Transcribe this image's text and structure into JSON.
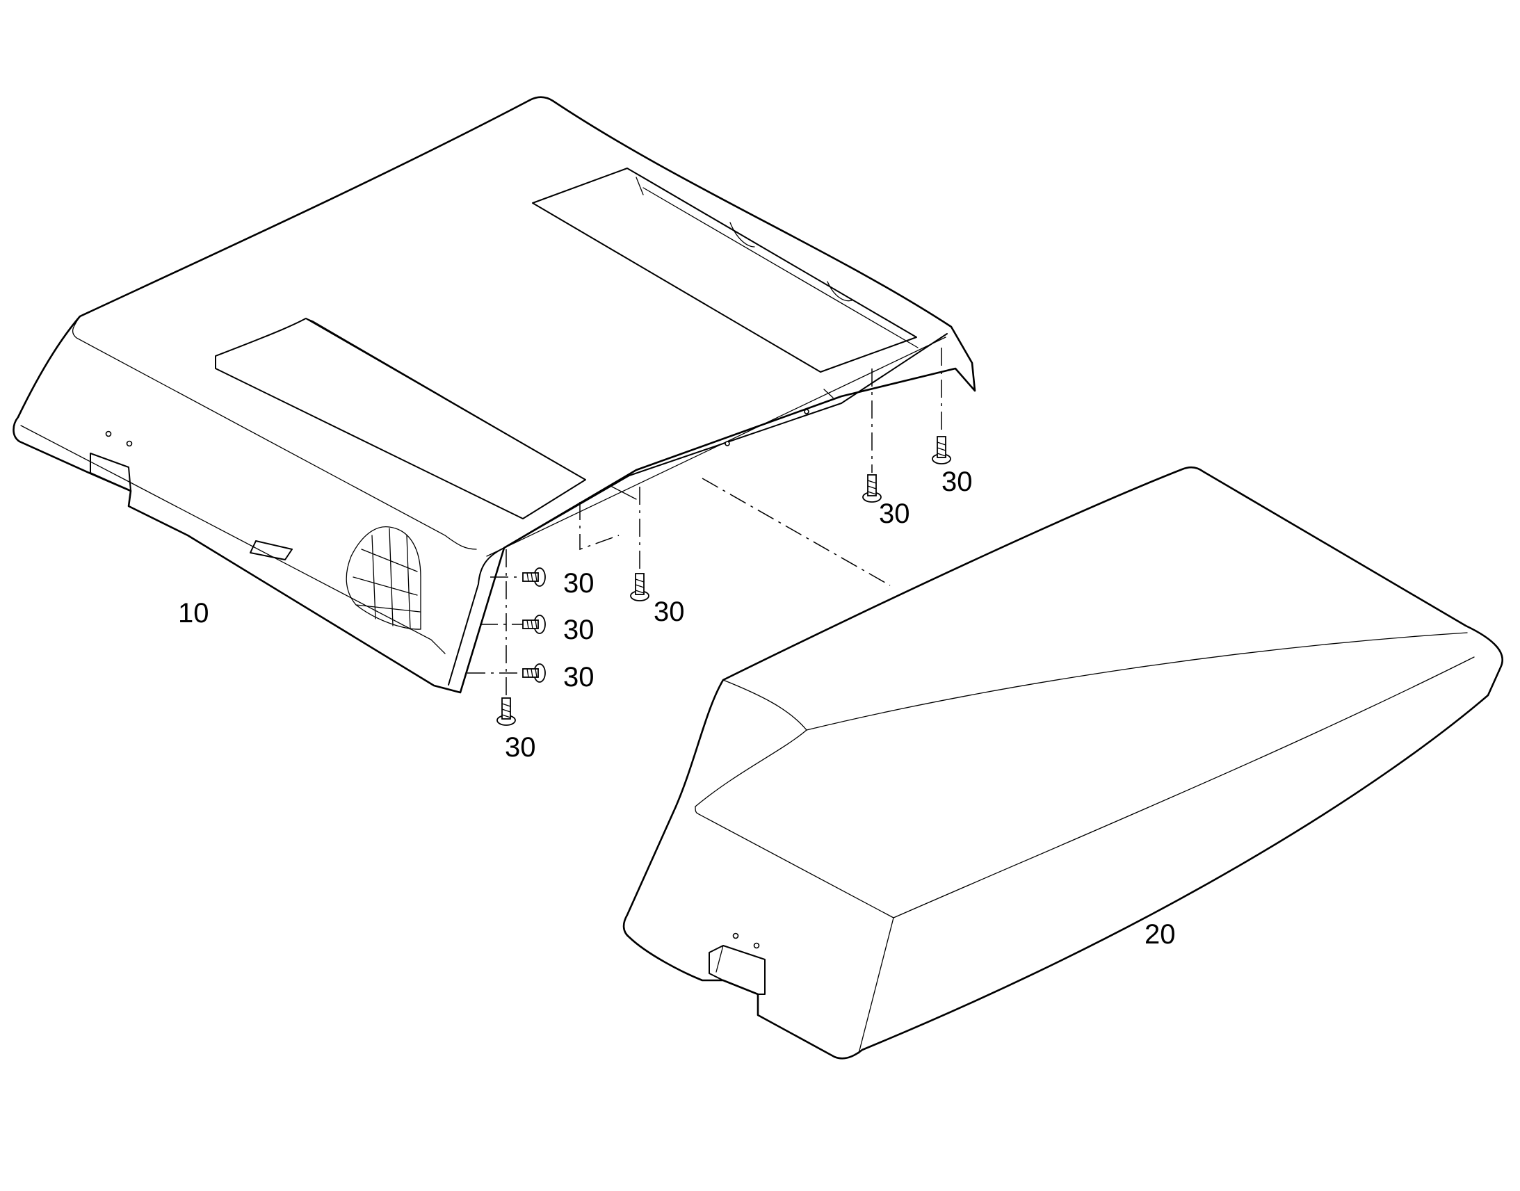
{
  "callouts": {
    "part_10": "10",
    "part_20": "20",
    "fastener_30": "30"
  }
}
